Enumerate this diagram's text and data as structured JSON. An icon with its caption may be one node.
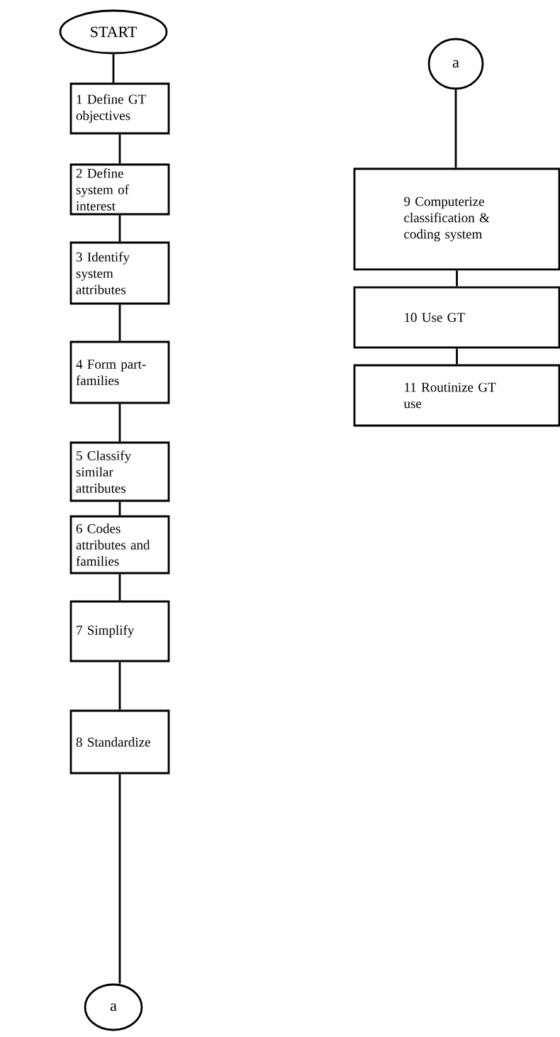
{
  "diagram": {
    "nodes": [
      {
        "text": [
          "START"
        ]
      },
      {
        "text": [
          "1 Define GT objectives"
        ]
      },
      {
        "text": [
          "2 Define system of interest"
        ]
      },
      {
        "text": [
          "3 Identify system attributes"
        ]
      },
      {
        "text": [
          "4 Form part-families"
        ]
      },
      {
        "text": [
          "5 Classify similar attributes"
        ]
      },
      {
        "text": [
          "6 Codes attributes and families"
        ]
      },
      {
        "text": [
          "7 Simplify"
        ]
      },
      {
        "text": [
          "8 Standardize"
        ]
      },
      {
        "text": [
          "a"
        ]
      },
      {
        "text": [
          "a"
        ]
      },
      {
        "text": [
          "9 Computerize classification & coding system"
        ]
      },
      {
        "text": [
          "10 Use GT"
        ]
      },
      {
        "text": [
          "11 Routinize GT use"
        ]
      }
    ],
    "edges": [
      {
        "from": 0,
        "to": 1,
        "arrow": "none"
      },
      {
        "from": 1,
        "to": 2,
        "arrow": "none"
      },
      {
        "from": 2,
        "to": 3,
        "arrow": "none"
      },
      {
        "from": 3,
        "to": 4,
        "arrow": "none"
      },
      {
        "from": 4,
        "to": 5,
        "arrow": "none"
      },
      {
        "from": 5,
        "to": 6,
        "arrow": "none"
      },
      {
        "from": 6,
        "to": 7,
        "arrow": "none"
      },
      {
        "from": 7,
        "to": 8,
        "arrow": "none"
      },
      {
        "from": 8,
        "to": 9,
        "arrow": "none"
      },
      {
        "from": 10,
        "to": 11,
        "arrow": "none"
      },
      {
        "from": 11,
        "to": 12,
        "arrow": "none"
      },
      {
        "from": 12,
        "to": 13,
        "arrow": "none"
      }
    ]
  }
}
